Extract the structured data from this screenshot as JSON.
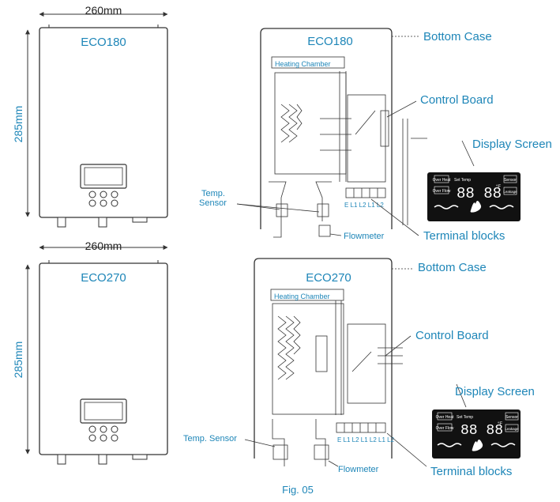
{
  "colors": {
    "accent": "#1e86b8",
    "line": "#333333",
    "screen": "#111111"
  },
  "top": {
    "width_label": "260mm",
    "height_label": "285mm",
    "front_model": "ECO180",
    "interior_model": "ECO180",
    "heating_chamber": "Heating Chamber",
    "terminal_letters": "E L1 L2 L1 L2",
    "callouts": {
      "bottom_case": "Bottom Case",
      "control_board": "Control Board",
      "display_screen": "Display Screen",
      "temp_sensor_1": "Temp.",
      "temp_sensor_2": "Sensor",
      "flowmeter": "Flowmeter",
      "terminal_blocks": "Terminal blocks"
    },
    "display": {
      "digits": "88 88",
      "unit": "°F",
      "over_heat": "Over Heat",
      "over_flow": "Over Flow",
      "set_temp": "Set Temp",
      "sensor": "Sensor",
      "leakage": "Leakage"
    }
  },
  "bottom": {
    "width_label": "260mm",
    "height_label": "285mm",
    "front_model": "ECO270",
    "interior_model": "ECO270",
    "heating_chamber": "Heating Chamber",
    "terminal_letters": "E L1 L2 L1 L2 L1 L2",
    "callouts": {
      "bottom_case": "Bottom Case",
      "control_board": "Control Board",
      "display_screen": "Display Screen",
      "temp_sensor": "Temp. Sensor",
      "flowmeter": "Flowmeter",
      "terminal_blocks": "Terminal blocks"
    },
    "display": {
      "digits": "88 88",
      "unit": "°F",
      "over_heat": "Over Heat",
      "over_flow": "Over Flow",
      "set_temp": "Set Temp",
      "sensor": "Sensor",
      "leakage": "Leakage"
    }
  },
  "caption": "Fig. 05"
}
